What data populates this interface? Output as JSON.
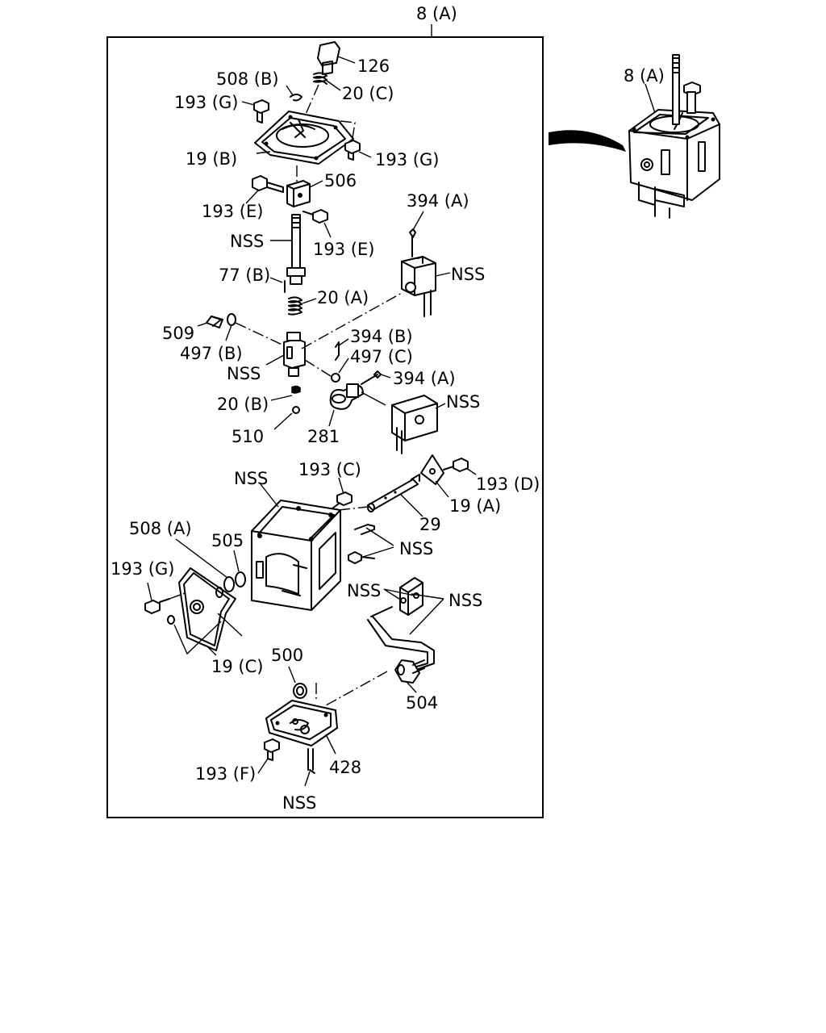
{
  "assembly": {
    "main_label": "8 (A)",
    "inset_label": "8 (A)"
  },
  "labels": {
    "p126": "126",
    "p508b": "508 (B)",
    "p20c": "20 (C)",
    "p193g_top": "193 (G)",
    "p193g_right": "193 (G)",
    "p19b": "19 (B)",
    "p506": "506",
    "p193e_left": "193 (E)",
    "p193e_right": "193 (E)",
    "p394a_top": "394 (A)",
    "nss_shaft": "NSS",
    "nss_switch_top": "NSS",
    "p77b": "77 (B)",
    "p20a": "20 (A)",
    "p509": "509",
    "p497b": "497 (B)",
    "p394b": "394 (B)",
    "p497c": "497 (C)",
    "nss_block": "NSS",
    "p394a_mid": "394 (A)",
    "nss_switch_mid": "NSS",
    "p20b": "20 (B)",
    "p510": "510",
    "p281": "281",
    "nss_housing": "NSS",
    "p193c": "193 (C)",
    "p193d": "193 (D)",
    "p19a": "19 (A)",
    "p29": "29",
    "p508a": "508 (A)",
    "p505": "505",
    "nss_bolt": "NSS",
    "p193g_bottom": "193 (G)",
    "nss_clip_left": "NSS",
    "nss_clip_right": "NSS",
    "p19c": "19 (C)",
    "p500": "500",
    "p504": "504",
    "p193f": "193 (F)",
    "p428": "428",
    "nss_pin": "NSS"
  }
}
